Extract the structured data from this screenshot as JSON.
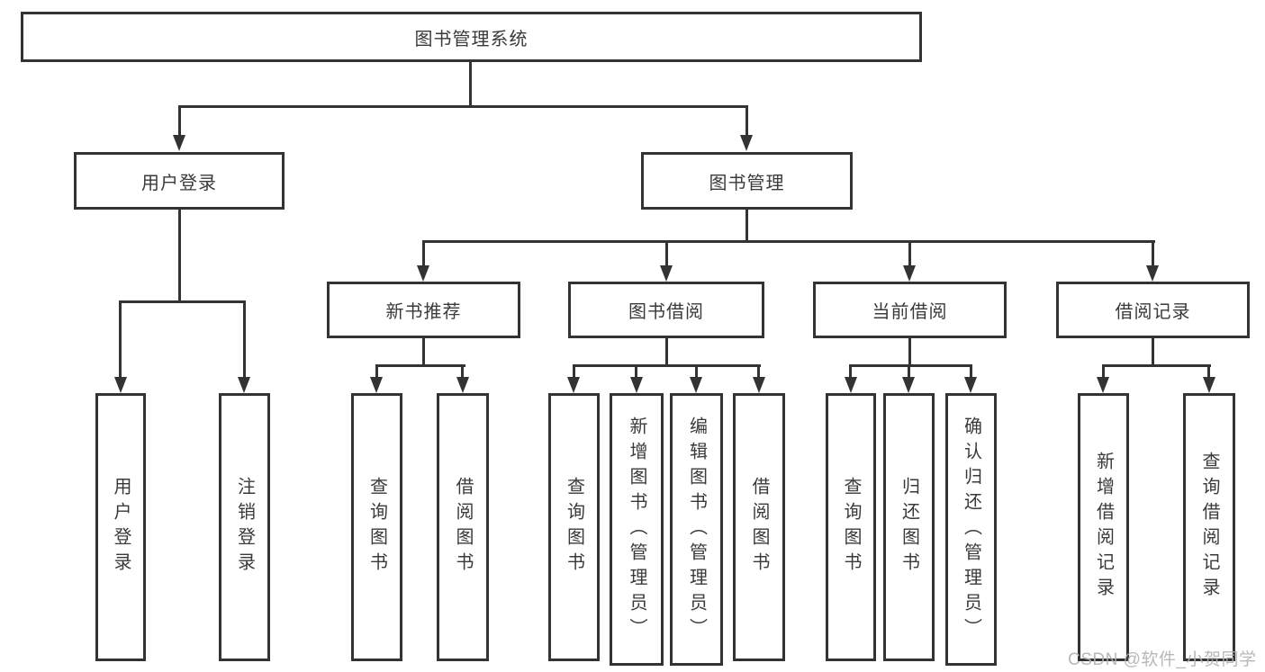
{
  "tree": {
    "root": "图书管理系统",
    "children": [
      {
        "label": "用户登录",
        "children": [
          "用户登录",
          "注销登录"
        ]
      },
      {
        "label": "图书管理",
        "children": [
          {
            "label": "新书推荐",
            "children": [
              "查询图书",
              "借阅图书"
            ]
          },
          {
            "label": "图书借阅",
            "children": [
              "查询图书",
              "新增图书（管理员）",
              "编辑图书（管理员）",
              "借阅图书"
            ]
          },
          {
            "label": "当前借阅",
            "children": [
              "查询图书",
              "归还图书",
              "确认归还（管理员）"
            ]
          },
          {
            "label": "借阅记录",
            "children": [
              "新增借阅记录",
              "查询借阅记录"
            ]
          }
        ]
      }
    ]
  },
  "watermark": "CSDN @软件_小贺同学",
  "colors": {
    "line": "#333333",
    "text": "#3a3a3a",
    "watermark": "#b2b2b2"
  }
}
